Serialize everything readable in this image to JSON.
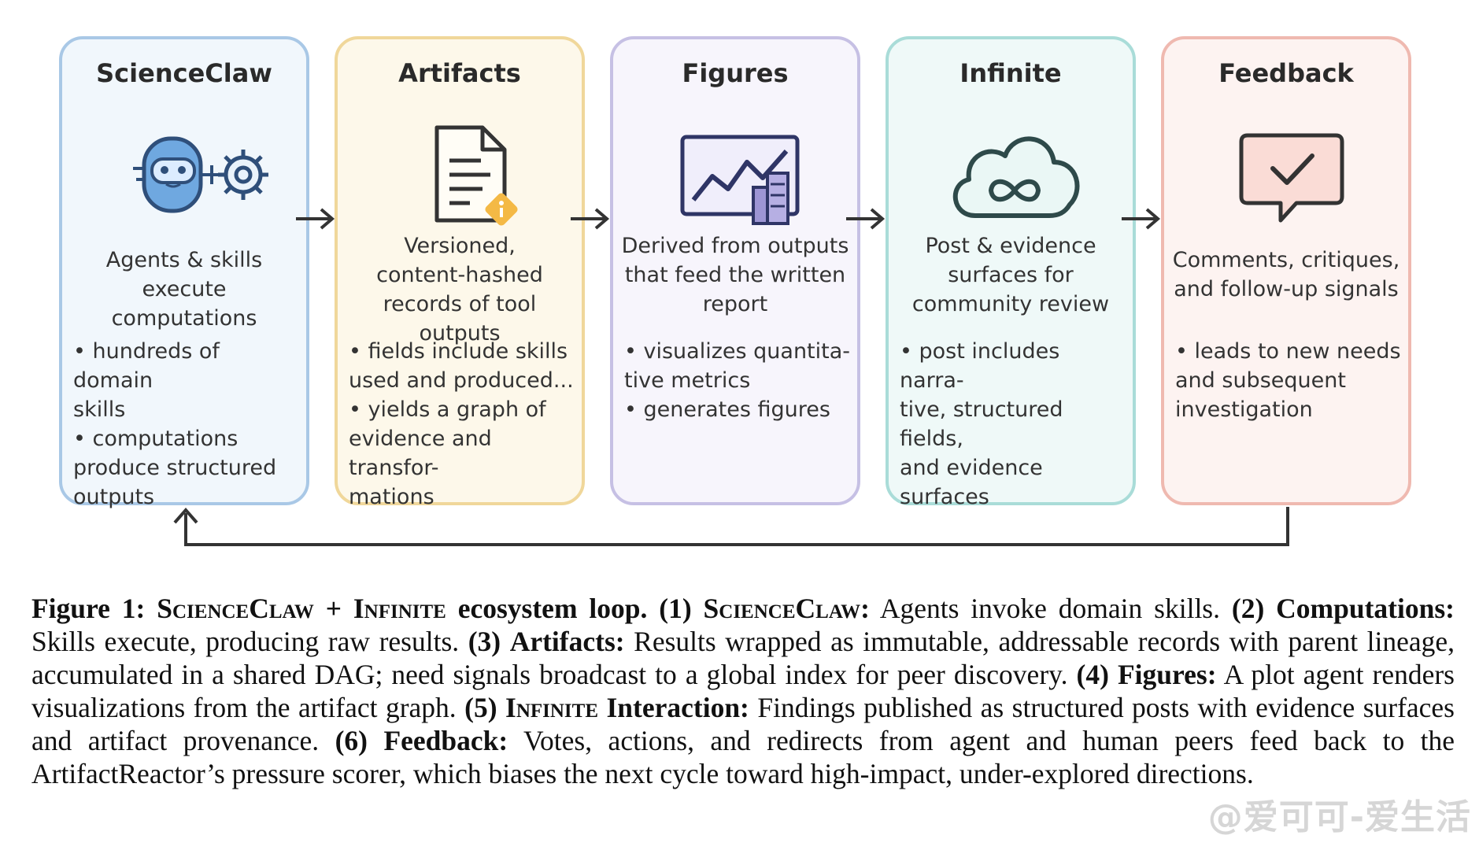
{
  "panels": [
    {
      "title": "ScienceClaw",
      "icon": "robot-gear-icon",
      "desc": [
        "Agents & skills",
        "execute computations"
      ],
      "bullets": [
        "• hundreds of domain",
        "skills",
        "• computations",
        "produce structured",
        "outputs"
      ],
      "border": "#a9c8e6",
      "fill": "#f1f7fc"
    },
    {
      "title": "Artifacts",
      "icon": "document-icon",
      "desc": [
        "Versioned,",
        "content-hashed",
        "records of tool outputs"
      ],
      "bullets": [
        "• fields include skills",
        "used and produced...",
        "• yields a graph of",
        "evidence and transfor-",
        "mations"
      ],
      "border": "#f0d79a",
      "fill": "#fdf8ea"
    },
    {
      "title": "Figures",
      "icon": "chart-icon",
      "desc": [
        "Derived from outputs",
        "that feed the written",
        "report"
      ],
      "bullets": [
        "• visualizes quantita-",
        "tive metrics",
        "• generates figures"
      ],
      "border": "#c6c0e4",
      "fill": "#f7f5fc"
    },
    {
      "title": "Infinite",
      "icon": "infinity-cloud-icon",
      "desc": [
        "Post & evidence",
        "surfaces for",
        "community review"
      ],
      "bullets": [
        "• post includes narra-",
        "tive, structured fields,",
        "and evidence surfaces"
      ],
      "border": "#a9dcd8",
      "fill": "#eff9f8"
    },
    {
      "title": "Feedback",
      "icon": "speech-check-icon",
      "desc": [
        "Comments, critiques,",
        "and follow-up signals"
      ],
      "bullets": [
        "• leads to new needs",
        "and subsequent",
        "investigation"
      ],
      "border": "#efb9b0",
      "fill": "#fdf3f1"
    }
  ],
  "caption": {
    "fig_label": "Figure 1:",
    "title_a": "ScienceClaw",
    "title_plus": " + ",
    "title_b": "Infinite",
    "title_rest": " ecosystem loop.",
    "s1_num": "(1)",
    "s1_name": "ScienceClaw:",
    "s1_text": " Agents invoke domain skills.",
    "s2_num": "(2)",
    "s2_name": "Computations:",
    "s2_text": " Skills execute, producing raw results.",
    "s3_num": "(3)",
    "s3_name": "Artifacts:",
    "s3_text": " Results wrapped as immutable, addressable records with parent lineage, accumulated in a shared DAG; need signals broadcast to a global index for peer discovery.",
    "s4_num": "(4)",
    "s4_name": "Figures:",
    "s4_text": " A plot agent renders visualizations from the artifact graph.",
    "s5_num": "(5)",
    "s5_name_sc": "Infinite",
    "s5_name": " Interaction:",
    "s5_text": " Findings published as structured posts with evidence surfaces and artifact provenance.",
    "s6_num": "(6)",
    "s6_name": "Feedback:",
    "s6_text": " Votes, actions, and redirects from agent and human peers feed back to the ArtifactReactor’s pressure scorer, which biases the next cycle toward high-impact, under-explored directions."
  },
  "watermark": "@爱可可-爱生活"
}
